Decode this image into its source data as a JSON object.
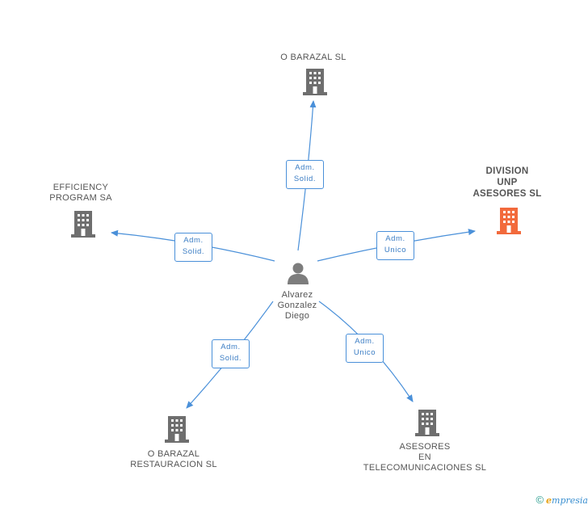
{
  "colors": {
    "edge": "#4a90d9",
    "building": "#6e6e6e",
    "highlight": "#f26a3c",
    "person": "#7d7d7d"
  },
  "center": {
    "name_lines": [
      "Alvarez",
      "Gonzalez",
      "Diego"
    ]
  },
  "nodes": [
    {
      "id": "o-barazal-sl",
      "lines": [
        "O BARAZAL SL"
      ],
      "highlight": false
    },
    {
      "id": "division-unp",
      "lines": [
        "DIVISION",
        "UNP",
        "ASESORES SL"
      ],
      "highlight": true
    },
    {
      "id": "efficiency",
      "lines": [
        "EFFICIENCY",
        "PROGRAM SA"
      ],
      "highlight": false
    },
    {
      "id": "o-barazal-rest",
      "lines": [
        "O BARAZAL",
        "RESTAURACION SL"
      ],
      "highlight": false
    },
    {
      "id": "asesores-tel",
      "lines": [
        "ASESORES",
        "EN",
        "TELECOMUNICACIONES SL"
      ],
      "highlight": false
    }
  ],
  "roles": [
    {
      "lines": [
        "Adm.",
        "Solid."
      ]
    },
    {
      "lines": [
        "Adm.",
        "Unico"
      ]
    },
    {
      "lines": [
        "Adm.",
        "Solid."
      ]
    },
    {
      "lines": [
        "Adm.",
        "Solid."
      ]
    },
    {
      "lines": [
        "Adm.",
        "Unico"
      ]
    }
  ],
  "footer": {
    "copyright": "©",
    "brand_initial": "e",
    "brand_rest": "mpresia"
  }
}
